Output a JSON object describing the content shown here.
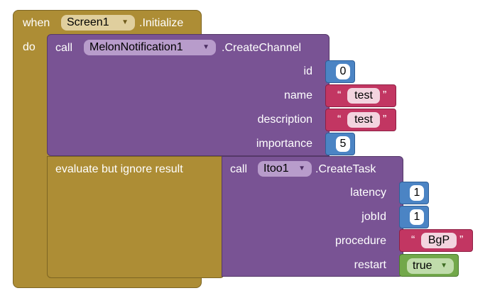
{
  "event_block": {
    "when_label": "when",
    "component": "Screen1",
    "event": ".Initialize",
    "do_label": "do"
  },
  "create_channel": {
    "call_label": "call",
    "component": "MelonNotification1",
    "method": ".CreateChannel",
    "params": [
      {
        "label": "id",
        "value": "0",
        "type": "number"
      },
      {
        "label": "name",
        "value": "test",
        "type": "text"
      },
      {
        "label": "description",
        "value": "test",
        "type": "text"
      },
      {
        "label": "importance",
        "value": "5",
        "type": "number"
      }
    ]
  },
  "evaluate_block": {
    "label": "evaluate but ignore result"
  },
  "create_task": {
    "call_label": "call",
    "component": "Itoo1",
    "method": ".CreateTask",
    "params": [
      {
        "label": "latency",
        "value": "1",
        "type": "number"
      },
      {
        "label": "jobId",
        "value": "1",
        "type": "number"
      },
      {
        "label": "procedure",
        "value": "BgP",
        "type": "text"
      },
      {
        "label": "restart",
        "value": "true",
        "type": "logic"
      }
    ]
  },
  "quote_open": "“",
  "quote_close": "”",
  "dropdown_arrow": "▼",
  "colors": {
    "event": "#ad8d35",
    "procedure": "#795394",
    "math": "#4b84c4",
    "text": "#c23662",
    "logic": "#72a84a"
  }
}
